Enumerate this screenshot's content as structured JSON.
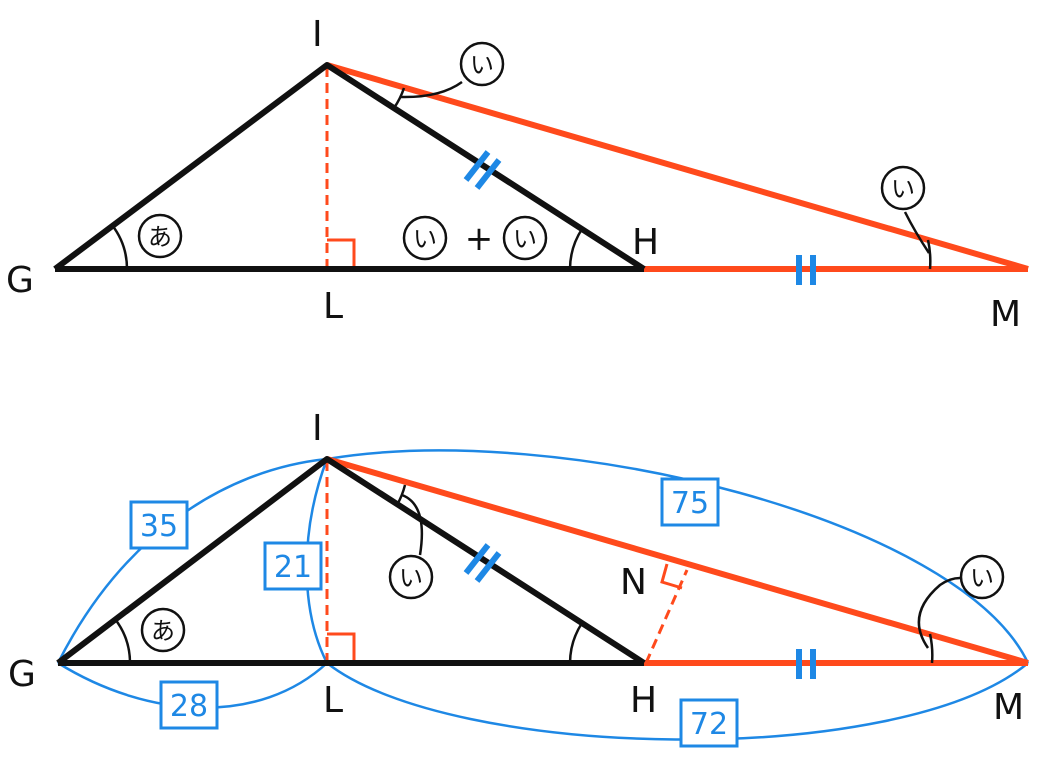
{
  "colors": {
    "black": "#111111",
    "red": "#ff4a1c",
    "blue": "#1e88e5",
    "background": "#ffffff"
  },
  "top_figure": {
    "points": {
      "I": "I",
      "G": "G",
      "L": "L",
      "H": "H",
      "M": "M"
    },
    "angle_marks": {
      "at_G": "あ",
      "at_I": "い",
      "at_M": "い",
      "at_H_a": "い",
      "at_H_plus": "+",
      "at_H_b": "い"
    }
  },
  "bottom_figure": {
    "points": {
      "I": "I",
      "G": "G",
      "L": "L",
      "H": "H",
      "M": "M",
      "N": "N"
    },
    "angle_marks": {
      "at_G": "あ",
      "at_I": "い",
      "at_M": "い"
    },
    "lengths": {
      "GI": "35",
      "IL": "21",
      "GL": "28",
      "IM": "75",
      "LM": "72"
    }
  }
}
